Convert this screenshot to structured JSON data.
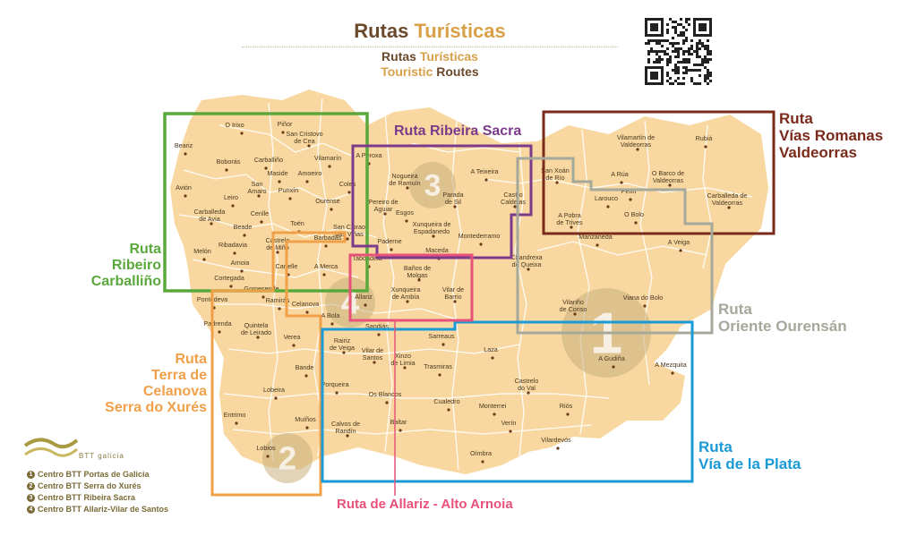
{
  "header": {
    "title_part1": "Rutas",
    "title_part2": "Turísticas",
    "subtitle1_part1": "Rutas",
    "subtitle1_part2": "Turísticas",
    "subtitle2_part1": "Touristic",
    "subtitle2_part2": "Routes"
  },
  "colors": {
    "land": "#f8d8a0",
    "border": "#ffffff",
    "title": "#6b4a2b",
    "accent": "#d9a04a",
    "ribeiro_carballino": "#5aa83c",
    "ribeira_sacra": "#7b3a8a",
    "vias_romanas": "#7a2a1a",
    "oriente": "#a6a89a",
    "terra_celanova": "#f0a048",
    "via_plata": "#1a9ad6",
    "allariz": "#e8527a",
    "circle": "#c9b080"
  },
  "routes": {
    "ribeiro_carballino": {
      "line1": "Ruta Ribeiro",
      "line2": "Carballiño"
    },
    "ribeira_sacra": {
      "line1": "Ruta Ribeira Sacra"
    },
    "vias_romanas": {
      "line1": "Ruta",
      "line2": "Vías Romanas",
      "line3": "Valdeorras"
    },
    "oriente": {
      "line1": "Ruta",
      "line2": "Oriente Ourensán"
    },
    "terra_celanova": {
      "line1": "Ruta",
      "line2": "Terra de Celanova",
      "line3": "Serra do Xurés"
    },
    "via_plata": {
      "line1": "Ruta",
      "line2": "Vía de la Plata"
    },
    "allariz": {
      "line1": "Ruta de Allariz - Alto Arnoia"
    }
  },
  "centers": [
    {
      "num": "1",
      "label": "Centro BTT Portas de Galicia"
    },
    {
      "num": "2",
      "label": "Centro BTT Serra do Xurés"
    },
    {
      "num": "3",
      "label": "Centro BTT Ribeira Sacra"
    },
    {
      "num": "4",
      "label": "Centro BTT Allariz-Vilar de Santos"
    }
  ],
  "logo_text": "BTT galicia",
  "circle_numbers": [
    "1",
    "2",
    "3",
    "4"
  ],
  "places": [
    "O Irixo",
    "Piñor",
    "San Cristovo de Cea",
    "Beariz",
    "Boborás",
    "Carballiño",
    "Vilamarín",
    "A Peroxa",
    "Maside",
    "Amoeiro",
    "San Amaro",
    "Punxín",
    "Coles",
    "Avión",
    "Leiro",
    "Cenlle",
    "Ourense",
    "Pereiro de Aguiar",
    "Nogueira de Ramuín",
    "Esgos",
    "Parada de Sil",
    "A Teixeira",
    "Castro Caldelas",
    "San Xoán de Río",
    "Carballeda de Avia",
    "Beade",
    "Toén",
    "San Cibrao das Viñas",
    "Xunqueira de Espadanedo",
    "Montederramo",
    "Ribadavia",
    "Castrelo de Miño",
    "Barbadás",
    "Paderne",
    "Maceda",
    "Melón",
    "Arnoia",
    "Cartelle",
    "A Merca",
    "Taboadela",
    "Baños de Molgas",
    "Chandrexa de Queixa",
    "Cortegada",
    "Gomesende",
    "Allariz",
    "Xunqueira de Ambía",
    "Vilar de Barrio",
    "Pontedeva",
    "Ramirás",
    "Celanova",
    "Padrenda",
    "Quintela de Leirado",
    "A Bola",
    "Sandiás",
    "Sarreaus",
    "Verea",
    "Rairiz de Veiga",
    "Vilar de Santos",
    "Xinzo de Limia",
    "Trasmiras",
    "Laza",
    "Bande",
    "Porqueira",
    "Lobeira",
    "Os Blancos",
    "Cualedro",
    "Castrelo do Val",
    "Entrimo",
    "Muíños",
    "Monterrei",
    "Verín",
    "Riós",
    "Calvos de Randín",
    "Baltar",
    "Lobios",
    "Vilardevós",
    "Oímbra",
    "Vilamartín de Valdeorras",
    "Rubiá",
    "A Rúa",
    "O Barco de Valdeorras",
    "Petín",
    "Larouco",
    "Carballeda de Valdeorras",
    "A Pobra de Trives",
    "O Bolo",
    "Manzaneda",
    "A Veiga",
    "Vilariño de Conso",
    "Viana do Bolo",
    "A Gudiña",
    "A Mezquita"
  ]
}
